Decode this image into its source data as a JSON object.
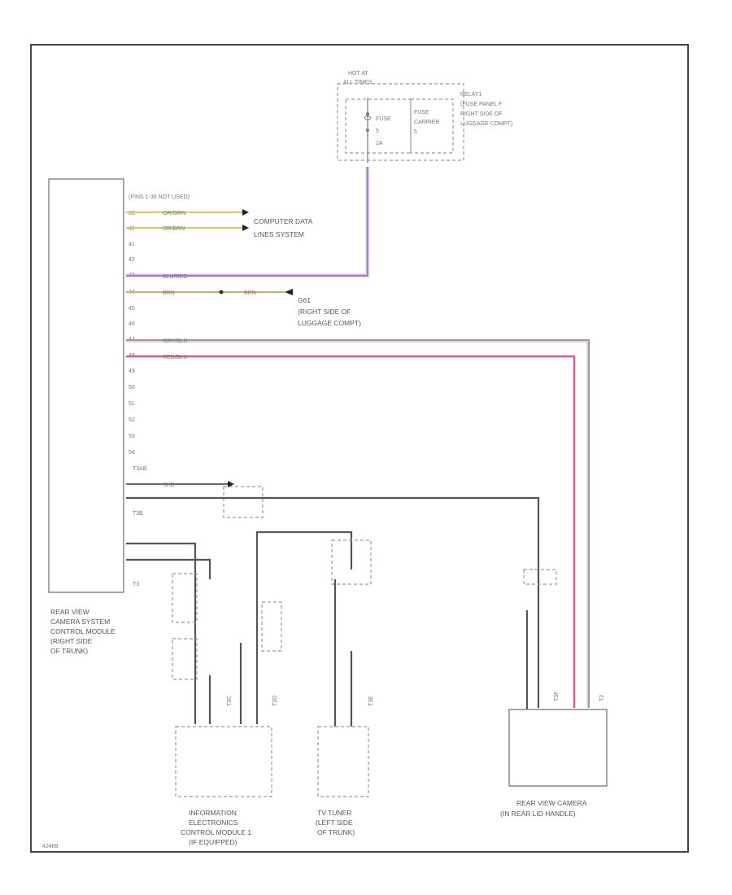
{
  "labels": {
    "hot_at": [
      "HOT AT",
      "ALL TIMES"
    ],
    "relay": [
      "RELAY1",
      "(FUSE PANEL F",
      "RIGHT SIDE OF",
      "LUGGAGE COMPT)"
    ],
    "fuse": [
      "FUSE",
      "5",
      "2A"
    ],
    "fuse_carrier": [
      "FUSE",
      "CARRIER",
      "5"
    ],
    "pins_unused": "(PINS 1-38 NOT USED)",
    "computer_data": [
      "COMPUTER DATA",
      "LINES SYSTEM"
    ],
    "ground": [
      "G61",
      "(RIGHT SIDE OF",
      "LUGGAGE COMPT)"
    ],
    "pins": [
      "39",
      "40",
      "41",
      "42",
      "43",
      "44",
      "45",
      "46",
      "47",
      "48",
      "49",
      "50",
      "51",
      "52",
      "53",
      "54"
    ],
    "wire_39": "OR/GRN",
    "wire_40": "OR/BRN",
    "wire_43": "BLU/RED",
    "wire_44a": "BRN",
    "wire_44b": "BRN",
    "wire_47": "GRY/BLU",
    "wire_48": "RED/BLU",
    "conn_t3ab": "T3AB",
    "conn_t3b": "T3B",
    "conn_t3": "T3",
    "conn_t3c": "T3C",
    "conn_t3d": "T3D",
    "conn_t3e": "T3E",
    "conn_t3f": "T3F",
    "conn_t2": "T2",
    "wire_shd": "SHD",
    "control_module": [
      "REAR VIEW",
      "CAMERA SYSTEM",
      "CONTROL MODULE",
      "(RIGHT SIDE",
      "OF TRUNK)"
    ],
    "info_module": [
      "INFORMATION",
      "ELECTRONICS",
      "CONTROL MODULE 1",
      "(IF EQUIPPED)"
    ],
    "tv_tuner": [
      "TV TUNER",
      "(LEFT SIDE",
      "OF TRUNK)"
    ],
    "rear_camera": [
      "REAR VIEW CAMERA",
      "(IN REAR LID HANDLE)"
    ],
    "footer_id": "42488"
  },
  "colors": {
    "orange_green": "#d8c870",
    "orange_brown": "#d8c870",
    "blue_red": "#9a80d8",
    "red_blue": "#e0559a",
    "gray_blue": "#b09080",
    "brown": "#c8b070",
    "shield": "#555555"
  },
  "icons": [
    "arrow-connector-icon",
    "splice-dot-icon",
    "ground-icon"
  ]
}
